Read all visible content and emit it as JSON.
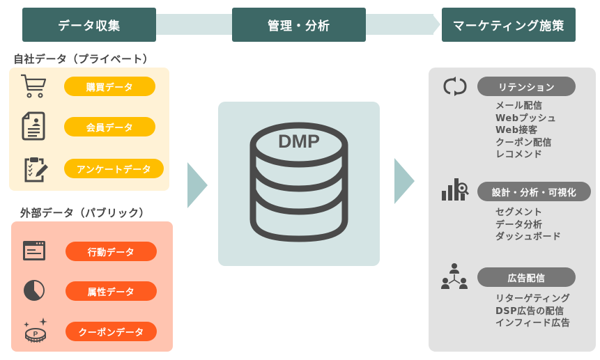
{
  "header": {
    "stages": [
      {
        "label": "データ収集"
      },
      {
        "label": "管理・分析"
      },
      {
        "label": "マーケティング施策"
      }
    ]
  },
  "private_data": {
    "title": "自社データ（プライベート）",
    "items": [
      {
        "label": "購買データ",
        "icon": "shopping-cart-icon"
      },
      {
        "label": "会員データ",
        "icon": "member-document-icon"
      },
      {
        "label": "アンケートデータ",
        "icon": "clipboard-checklist-icon"
      }
    ]
  },
  "public_data": {
    "title": "外部データ（パブリック）",
    "items": [
      {
        "label": "行動データ",
        "icon": "browser-window-icon"
      },
      {
        "label": "属性データ",
        "icon": "pie-chart-icon"
      },
      {
        "label": "クーポンデータ",
        "icon": "point-coin-icon"
      }
    ]
  },
  "dmp": {
    "label": "DMP",
    "icon": "database-icon"
  },
  "marketing": {
    "groups": [
      {
        "label": "リテンション",
        "icon": "cycle-arrows-icon",
        "items": [
          "メール配信",
          "Webプッシュ",
          "Web接客",
          "クーポン配信",
          "レコメンド"
        ]
      },
      {
        "label": "設計・分析・可視化",
        "icon": "bar-chart-search-icon",
        "items": [
          "セグメント",
          "データ分析",
          "ダッシュボード"
        ]
      },
      {
        "label": "広告配信",
        "icon": "people-network-icon",
        "items": [
          "リターゲティング",
          "DSP広告の配信",
          "インフィード広告"
        ]
      }
    ]
  },
  "colors": {
    "stage_bg": "#3d6866",
    "flow_band": "#d4e4e4",
    "arrow": "#a7c9c9",
    "private_panel": "#fff2d6",
    "private_pill": "#ffbe00",
    "public_panel": "#ffc4b0",
    "public_pill": "#ff5c1f",
    "marketing_panel": "#e2e2e2",
    "marketing_pill": "#777777",
    "icon": "#4a4a4a"
  }
}
